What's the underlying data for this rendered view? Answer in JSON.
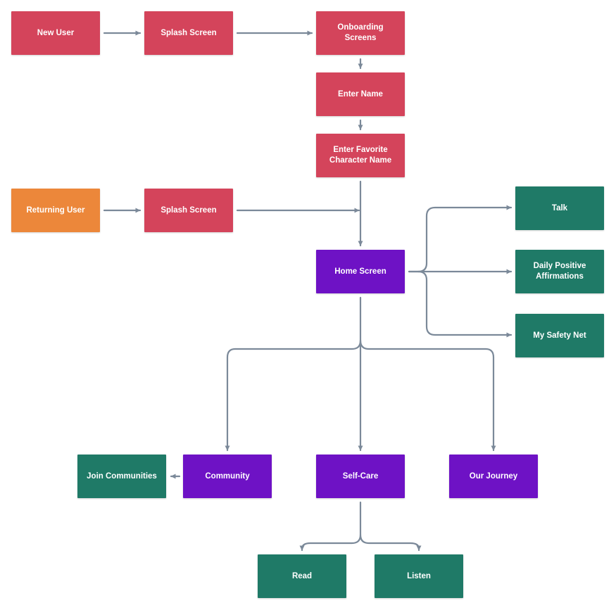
{
  "colors": {
    "new_user_path": "#d4445b",
    "returning_user": "#ec873a",
    "main_section": "#6e12c5",
    "feature": "#1f7a67",
    "connector": "#7b8999"
  },
  "nodes": {
    "new_user": "New User",
    "splash_screen_1": "Splash Screen",
    "onboarding_screens": "Onboarding Screens",
    "enter_name": "Enter Name",
    "enter_favorite_character_name": "Enter Favorite\nCharacter Name",
    "returning_user": "Returning User",
    "splash_screen_2": "Splash Screen",
    "home_screen": "Home Screen",
    "talk": "Talk",
    "daily_positive_affirmations": "Daily Positive\nAffirmations",
    "my_safety_net": "My Safety Net",
    "join_communities": "Join Communities",
    "community": "Community",
    "self_care": "Self-Care",
    "our_journey": "Our Journey",
    "read": "Read",
    "listen": "Listen"
  }
}
